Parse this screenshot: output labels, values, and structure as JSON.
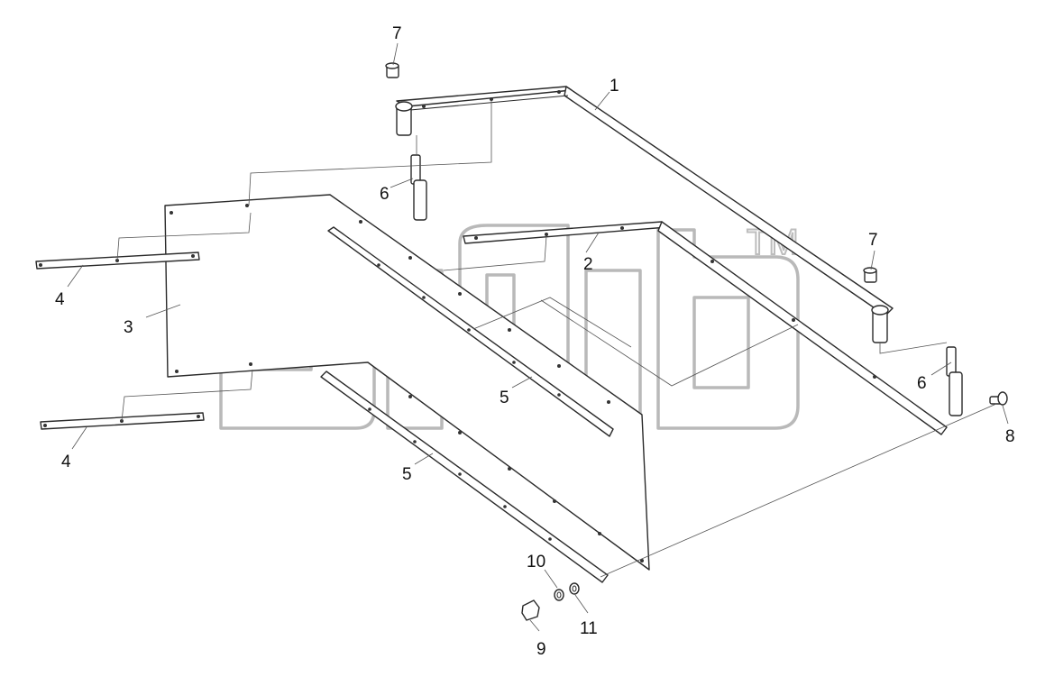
{
  "diagram": {
    "callouts": [
      {
        "id": "c1",
        "text": "1"
      },
      {
        "id": "c2",
        "text": "2"
      },
      {
        "id": "c3",
        "text": "3"
      },
      {
        "id": "c4a",
        "text": "4"
      },
      {
        "id": "c4b",
        "text": "4"
      },
      {
        "id": "c5a",
        "text": "5"
      },
      {
        "id": "c5b",
        "text": "5"
      },
      {
        "id": "c6a",
        "text": "6"
      },
      {
        "id": "c6b",
        "text": "6"
      },
      {
        "id": "c7a",
        "text": "7"
      },
      {
        "id": "c7b",
        "text": "7"
      },
      {
        "id": "c8",
        "text": "8"
      },
      {
        "id": "c9",
        "text": "9"
      },
      {
        "id": "c10",
        "text": "10"
      },
      {
        "id": "c11",
        "text": "11"
      }
    ],
    "watermark": {
      "trademark": "TM"
    }
  }
}
